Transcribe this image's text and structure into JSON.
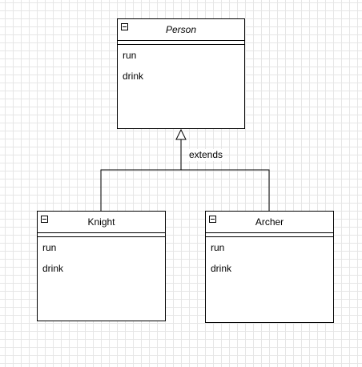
{
  "diagram": {
    "edge_label": "extends",
    "classes": [
      {
        "id": "person",
        "name": "Person",
        "abstract": true,
        "methods": [
          "run",
          "drink"
        ]
      },
      {
        "id": "knight",
        "name": "Knight",
        "abstract": false,
        "methods": [
          "run",
          "drink"
        ]
      },
      {
        "id": "archer",
        "name": "Archer",
        "abstract": false,
        "methods": [
          "run",
          "drink"
        ]
      }
    ]
  },
  "colors": {
    "line": "#000000",
    "background": "#ffffff",
    "grid": "#e6e6e6"
  }
}
